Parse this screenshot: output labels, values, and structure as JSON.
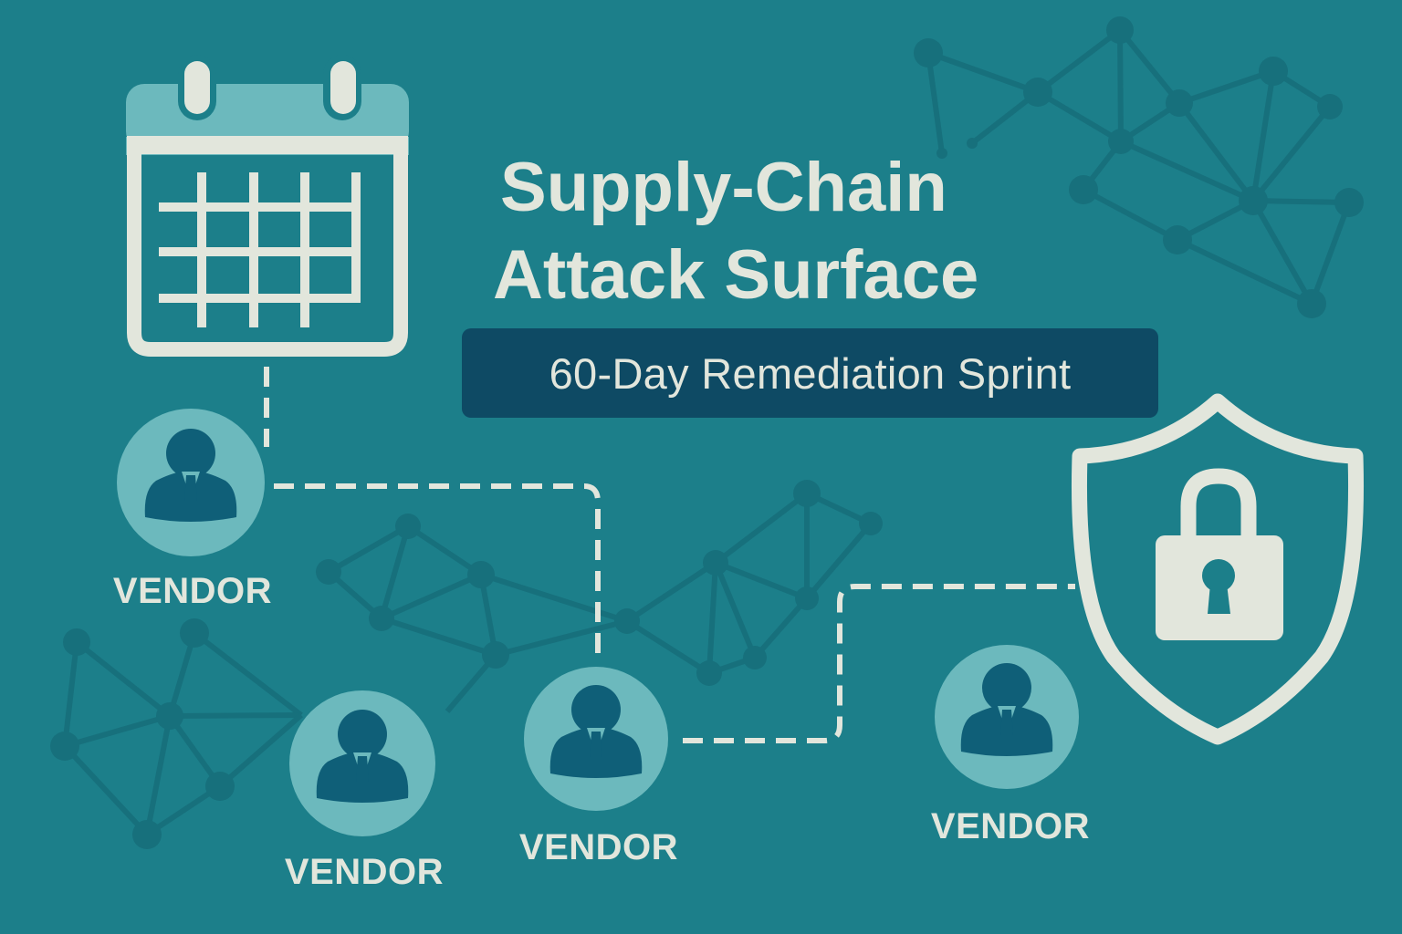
{
  "title": {
    "line1": "Supply-Chain",
    "line2": "Attack Surface"
  },
  "badge": {
    "label": "60-Day Remediation Sprint"
  },
  "icons": {
    "calendar": "calendar-icon",
    "shield": "shield-lock-icon",
    "vendor": "person-icon"
  },
  "vendors": [
    {
      "label": "VENDOR"
    },
    {
      "label": "VENDOR"
    },
    {
      "label": "VENDOR"
    },
    {
      "label": "VENDOR"
    }
  ],
  "colors": {
    "background": "#1c7f8a",
    "foreground": "#e2e6dc",
    "badge": "#0e4a64",
    "vendor_circle": "#6cb9bd",
    "vendor_figure": "#0f5f78",
    "network": "#17707c",
    "calendar_header": "#6cb9bd"
  }
}
